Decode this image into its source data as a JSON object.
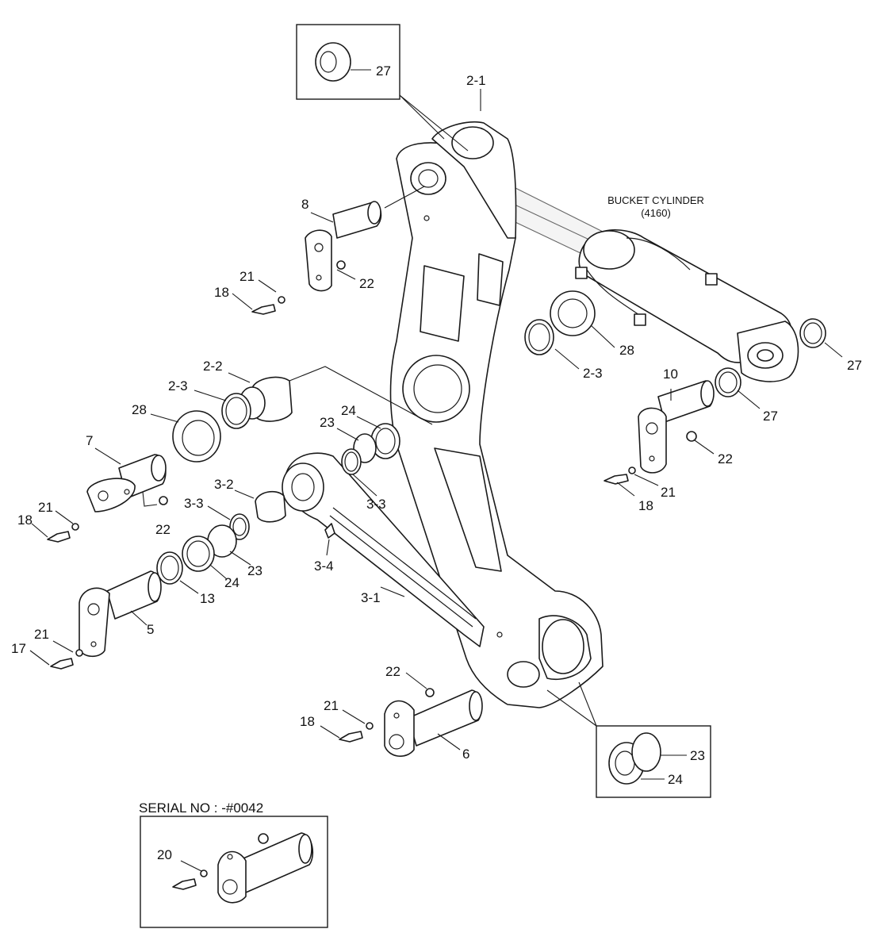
{
  "diagram": {
    "bucket_cylinder": {
      "name": "BUCKET CYLINDER",
      "code": "(4160)"
    },
    "serial_note": "SERIAL NO : -#0042",
    "callouts": [
      {
        "id": "c27a",
        "text": "27"
      },
      {
        "id": "c21a",
        "text": "2-1"
      },
      {
        "id": "c8",
        "text": "8"
      },
      {
        "id": "c21b",
        "text": "21"
      },
      {
        "id": "c22a",
        "text": "22"
      },
      {
        "id": "c18a",
        "text": "18"
      },
      {
        "id": "c28a",
        "text": "28"
      },
      {
        "id": "c23a",
        "text": "2-3"
      },
      {
        "id": "c27b",
        "text": "27"
      },
      {
        "id": "c10",
        "text": "10"
      },
      {
        "id": "c27c",
        "text": "27"
      },
      {
        "id": "c22b",
        "text": "22"
      },
      {
        "id": "c21c",
        "text": "21"
      },
      {
        "id": "c18b",
        "text": "18"
      },
      {
        "id": "c22c",
        "text": "2-2"
      },
      {
        "id": "c23b",
        "text": "2-3"
      },
      {
        "id": "c28b",
        "text": "28"
      },
      {
        "id": "c24a",
        "text": "24"
      },
      {
        "id": "c23c",
        "text": "23"
      },
      {
        "id": "c33a",
        "text": "3-3"
      },
      {
        "id": "c7",
        "text": "7"
      },
      {
        "id": "c21d",
        "text": "21"
      },
      {
        "id": "c18c",
        "text": "18"
      },
      {
        "id": "c22d",
        "text": "22"
      },
      {
        "id": "c32",
        "text": "3-2"
      },
      {
        "id": "c33b",
        "text": "3-3"
      },
      {
        "id": "c23d",
        "text": "23"
      },
      {
        "id": "c24b",
        "text": "24"
      },
      {
        "id": "c13",
        "text": "13"
      },
      {
        "id": "c34",
        "text": "3-4"
      },
      {
        "id": "c31",
        "text": "3-1"
      },
      {
        "id": "c5",
        "text": "5"
      },
      {
        "id": "c21e",
        "text": "21"
      },
      {
        "id": "c17",
        "text": "17"
      },
      {
        "id": "c22e",
        "text": "22"
      },
      {
        "id": "c21f",
        "text": "21"
      },
      {
        "id": "c18d",
        "text": "18"
      },
      {
        "id": "c6",
        "text": "6"
      },
      {
        "id": "c23e",
        "text": "23"
      },
      {
        "id": "c24c",
        "text": "24"
      },
      {
        "id": "c20",
        "text": "20"
      }
    ]
  }
}
